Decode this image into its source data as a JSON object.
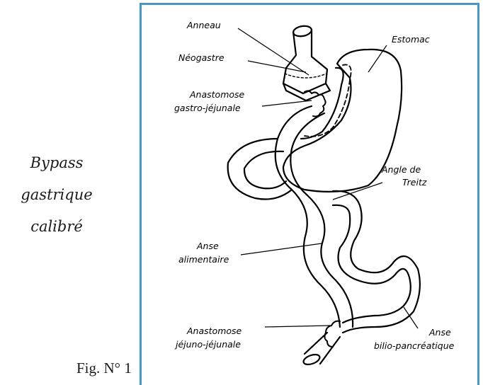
{
  "caption": {
    "lines": [
      "Bypass",
      "gastrique",
      "calibré"
    ],
    "figure_number": "Fig. N° 1"
  },
  "labels": {
    "anneau": "Anneau",
    "neogastre": "Néogastre",
    "anastomose_gj_1": "Anastomose",
    "anastomose_gj_2": "gastro-jéjunale",
    "estomac": "Estomac",
    "angle_1": "Angle de",
    "angle_2": "Treitz",
    "anse_alim_1": "Anse",
    "anse_alim_2": "alimentaire",
    "anastomose_jj_1": "Anastomose",
    "anastomose_jj_2": "jéjuno-jéjunale",
    "anse_bp_1": "Anse",
    "anse_bp_2": "bilio-pancréatique"
  },
  "colors": {
    "frame": "#4a98c2",
    "stroke": "#000000"
  }
}
